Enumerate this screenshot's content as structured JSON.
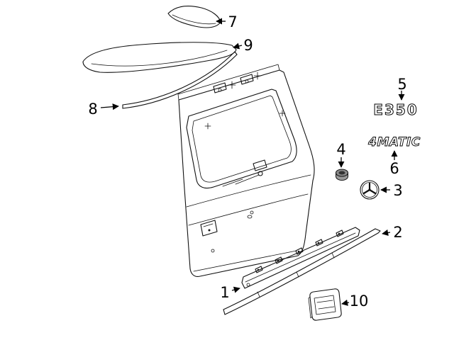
{
  "diagram": {
    "background": "#ffffff",
    "line_color": "#111111",
    "badges": {
      "model_badge": "E350",
      "drivetrain_badge": "4MATIC"
    },
    "callouts": [
      {
        "num": "7"
      },
      {
        "num": "9"
      },
      {
        "num": "8"
      },
      {
        "num": "5"
      },
      {
        "num": "6"
      },
      {
        "num": "4"
      },
      {
        "num": "3"
      },
      {
        "num": "2"
      },
      {
        "num": "1"
      },
      {
        "num": "10"
      }
    ]
  }
}
